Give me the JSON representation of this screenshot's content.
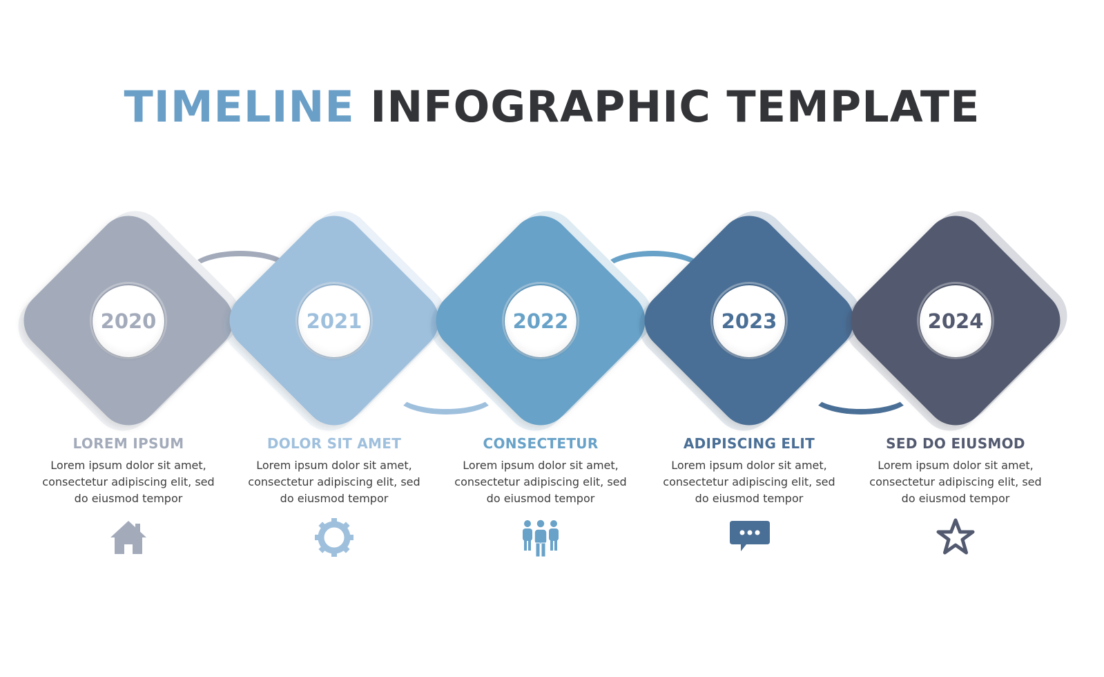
{
  "title": {
    "part1": "TIMELINE",
    "part2": "INFOGRAPHIC TEMPLATE"
  },
  "steps": [
    {
      "year": "2020",
      "heading": "LOREM IPSUM",
      "lines": [
        "Lorem ipsum dolor sit amet,",
        "consectetur adipiscing elit, sed",
        "do eiusmod tempor"
      ],
      "icon": "home-icon",
      "color": "#a3abbb"
    },
    {
      "year": "2021",
      "heading": "DOLOR SIT AMET",
      "lines": [
        "Lorem ipsum dolor sit amet,",
        "consectetur adipiscing elit, sed",
        "do eiusmod tempor"
      ],
      "icon": "gear-icon",
      "color": "#9fc0dd"
    },
    {
      "year": "2022",
      "heading": "CONSECTETUR",
      "lines": [
        "Lorem ipsum dolor sit amet,",
        "consectetur adipiscing elit, sed",
        "do eiusmod tempor"
      ],
      "icon": "team-icon",
      "color": "#68a2c8"
    },
    {
      "year": "2023",
      "heading": "ADIPISCING ELIT",
      "lines": [
        "Lorem ipsum dolor sit amet,",
        "consectetur adipiscing elit, sed",
        "do eiusmod tempor"
      ],
      "icon": "chat-bubble-icon",
      "color": "#4a6f96"
    },
    {
      "year": "2024",
      "heading": "SED DO EIUSMOD",
      "lines": [
        "Lorem ipsum dolor sit amet,",
        "consectetur adipiscing elit, sed",
        "do eiusmod tempor"
      ],
      "icon": "star-icon",
      "color": "#535a70"
    }
  ]
}
